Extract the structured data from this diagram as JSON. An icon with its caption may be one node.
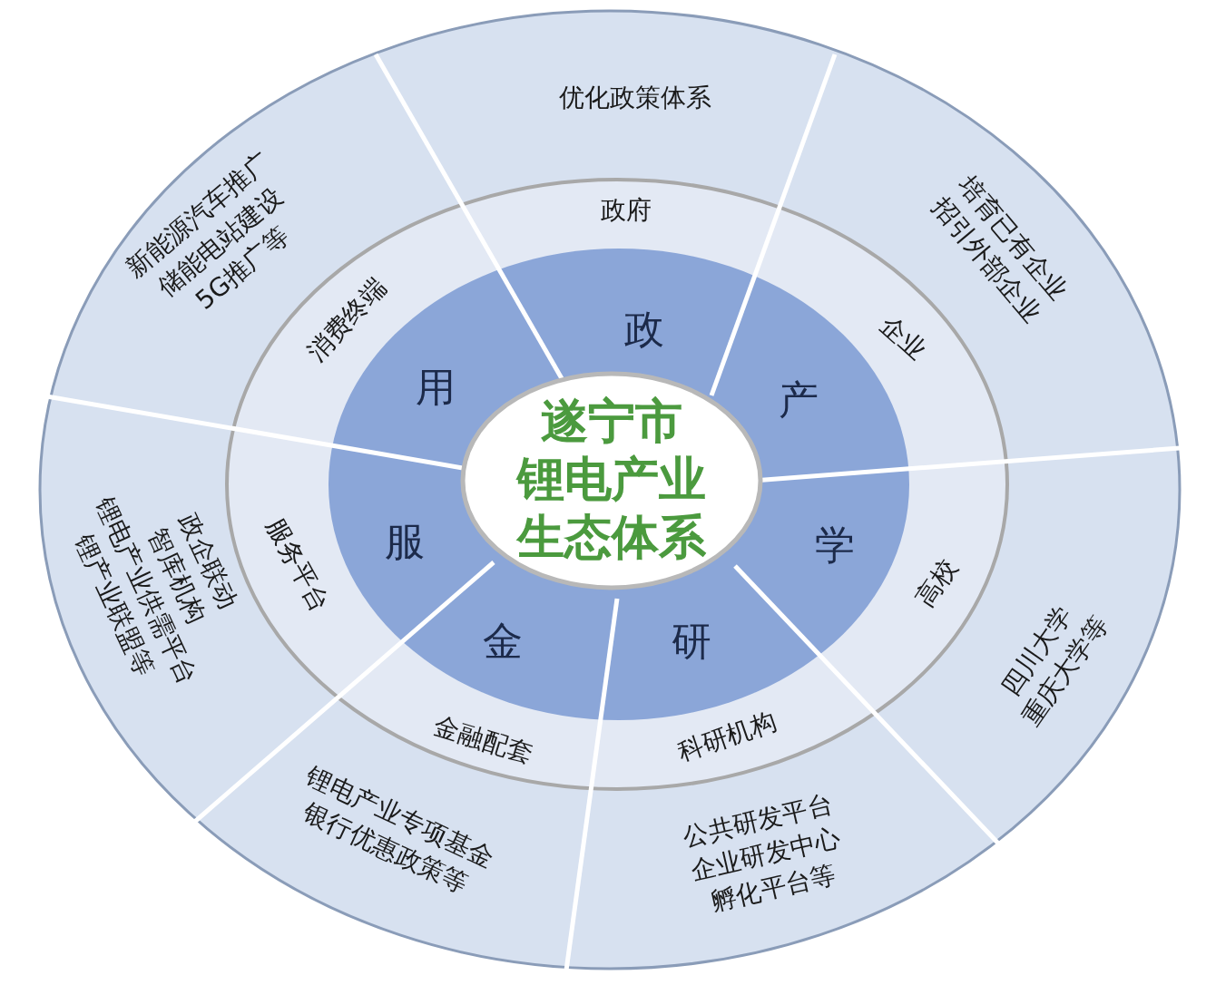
{
  "diagram": {
    "nodes": [
      {
        "text": [
          "遂宁市锂电产业生态体系"
        ]
      },
      {
        "text": [
          "政"
        ]
      },
      {
        "text": [
          "产"
        ]
      },
      {
        "text": [
          "学"
        ]
      },
      {
        "text": [
          "研"
        ]
      },
      {
        "text": [
          "金"
        ]
      },
      {
        "text": [
          "服"
        ]
      },
      {
        "text": [
          "用"
        ]
      },
      {
        "text": [
          "政府"
        ]
      },
      {
        "text": [
          "企业"
        ]
      },
      {
        "text": [
          "高校"
        ]
      },
      {
        "text": [
          "科研机构"
        ]
      },
      {
        "text": [
          "金融配套"
        ]
      },
      {
        "text": [
          "服务平台"
        ]
      },
      {
        "text": [
          "消费终端"
        ]
      },
      {
        "text": [
          "优化政策体系"
        ]
      },
      {
        "text": [
          "培育已有企业招引外部企业"
        ]
      },
      {
        "text": [
          "四川大学重庆大学等"
        ]
      },
      {
        "text": [
          "公共研发平台企业研发中心孵化平台等"
        ]
      },
      {
        "text": [
          "锂电产业专项基金银行优惠政策等"
        ]
      },
      {
        "text": [
          "政企联动智库机构锂电产业供需平台锂产业联盟等"
        ]
      },
      {
        "text": [
          "新能源汽车推广储能电站建设5G推广等"
        ]
      }
    ]
  }
}
